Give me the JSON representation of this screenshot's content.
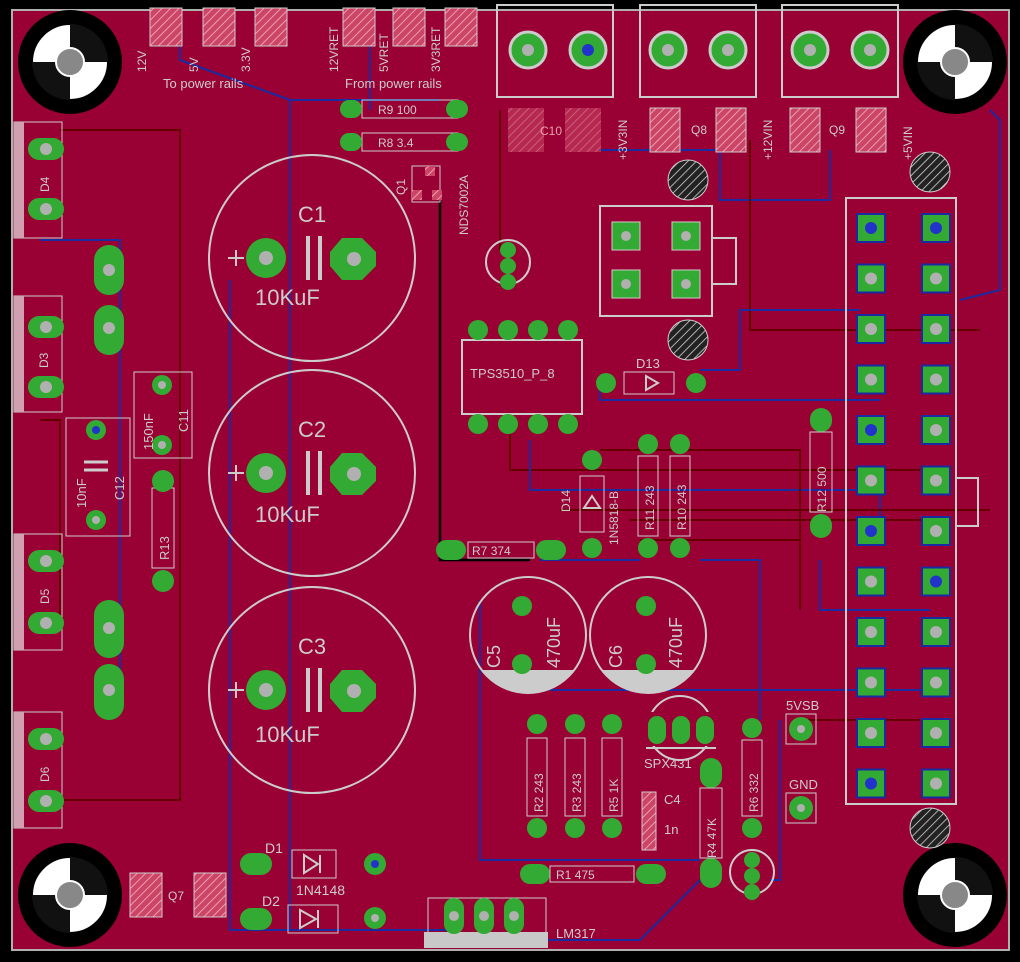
{
  "colors": {
    "board": "#990033",
    "silk": "#cccccc",
    "pad": "#33aa33",
    "via": "#2233cc",
    "drill": "#b0b0b0",
    "dark_trace": "#660000",
    "blue_trace": "#1a2aa0",
    "stop_red": "#d04060",
    "background": "#000000"
  },
  "labels": {
    "to_power_rails": "To power rails",
    "from_power_rails": "From power rails",
    "rail_12v": "12V",
    "rail_5v": "5V",
    "rail_3v3": "3.3V",
    "ret_12v": "12VRET",
    "ret_5v": "5VRET",
    "ret_3v3": "3V3RET",
    "in_3v3": "+3V3IN",
    "in_12v": "+12VIN",
    "in_5v": "+5VIN",
    "c1": "C1",
    "c2": "C2",
    "c3": "C3",
    "c1_val": "10KuF",
    "c2_val": "10KuF",
    "c3_val": "10KuF",
    "c5": "C5",
    "c6": "C6",
    "c5_val": "470uF",
    "c6_val": "470uF",
    "c4": "C4",
    "c4_val": "1n",
    "c11": "C11",
    "c11_val": "150nF",
    "c12": "C12",
    "c12_val": "10nF",
    "c10": "C10",
    "q1": "Q1",
    "q1_part": "NDS7002A",
    "q7": "Q7",
    "q8": "Q8",
    "q9": "Q9",
    "r1": "R1",
    "r1_val": "475",
    "r2": "R2",
    "r2_val": "243",
    "r3": "R3",
    "r3_val": "243",
    "r4": "R4",
    "r4_val": "47K",
    "r5": "R5",
    "r5_val": "1K",
    "r6": "R6",
    "r6_val": "332",
    "r7": "R7",
    "r7_val": "374",
    "r8": "R8",
    "r8_val": "3.4",
    "r9": "R9",
    "r9_val": "100",
    "r10": "R10",
    "r10_val": "243",
    "r11": "R11",
    "r11_val": "243",
    "r12": "R12",
    "r12_val": "500",
    "r13": "R13",
    "d1": "D1",
    "d2": "D2",
    "d_part": "1N4148",
    "d3": "D3",
    "d4": "D4",
    "d5": "D5",
    "d6": "D6",
    "d13": "D13",
    "d14": "D14",
    "d14_part": "1N5818-B",
    "u_tps": "TPS3510_P_8",
    "u_spx": "SPX431",
    "u_lm317": "LM317",
    "tp_5vsb": "5VSB",
    "tp_gnd": "GND"
  }
}
